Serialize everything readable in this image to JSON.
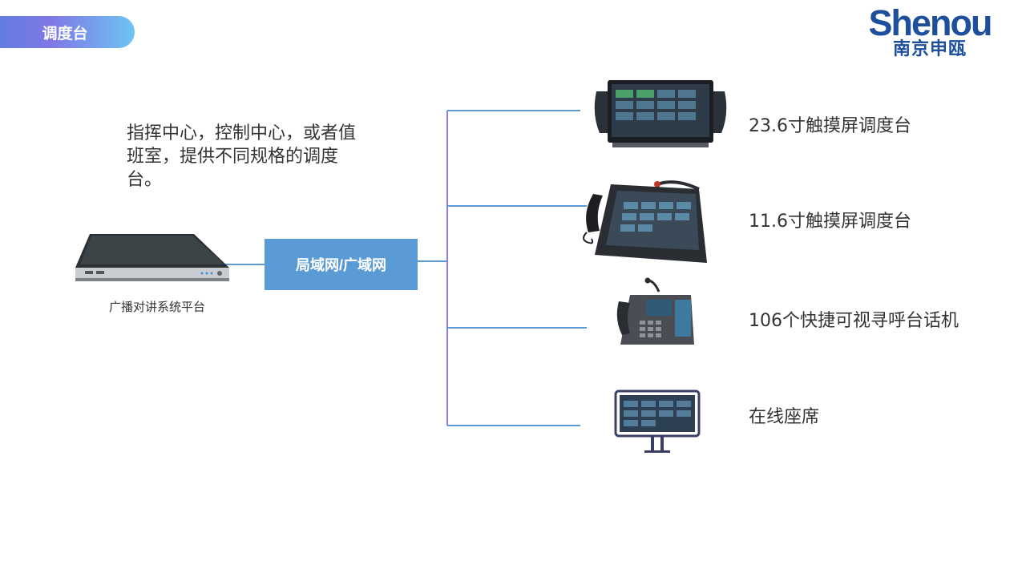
{
  "header": {
    "title": "调度台",
    "title_gradient": [
      "#5a7ee0",
      "#7f78e6",
      "#6ec4f2"
    ]
  },
  "logo": {
    "word": "Shenou",
    "cn": "南京申瓯",
    "color": "#1d4f9c"
  },
  "description": "指挥中心，控制中心，或者值班室，提供不同规格的调度台。",
  "server": {
    "label": "广播对讲系统平台",
    "icon": "rack-server-icon"
  },
  "network": {
    "label": "局域网/广域网",
    "color": "#5b9bd5"
  },
  "connectors": {
    "trunk_color": "#8f7ce6",
    "branch_color": "#5b9bd5"
  },
  "devices": [
    {
      "label": "23.6寸触摸屏调度台",
      "icon": "large-touchscreen-console-icon"
    },
    {
      "label": "11.6寸触摸屏调度台",
      "icon": "desk-touchscreen-console-icon"
    },
    {
      "label": "106个快捷可视寻呼台话机",
      "icon": "video-paging-phone-icon"
    },
    {
      "label": "在线座席",
      "icon": "monitor-seat-icon"
    }
  ]
}
